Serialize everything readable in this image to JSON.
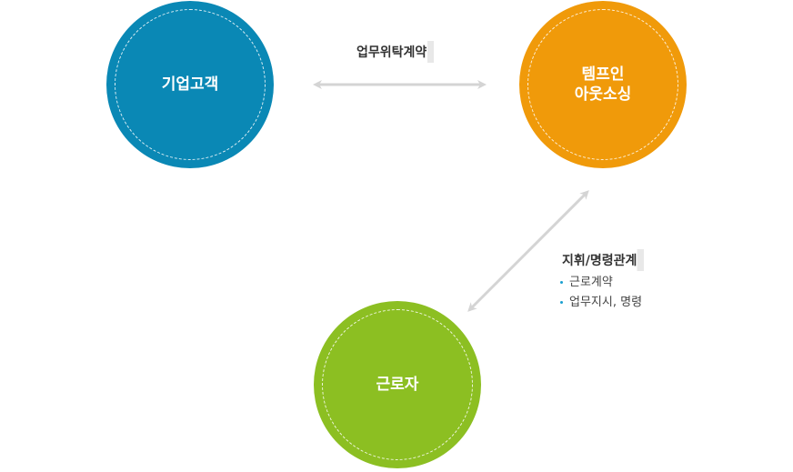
{
  "colors": {
    "client": "#0a88b5",
    "temp": "#f09a0a",
    "worker": "#8cbf22",
    "arrow": "#d4d4d4",
    "bullet": "#1a9fd0"
  },
  "nodes": {
    "client": {
      "label": "기업고객"
    },
    "temp": {
      "label": "템프인\n아웃소싱"
    },
    "worker": {
      "label": "근로자"
    }
  },
  "relations": {
    "contract": {
      "label": "업무위탁계약"
    },
    "command": {
      "label": "지휘/명령관계",
      "items": [
        "근로계약",
        "업무지시, 명령"
      ]
    }
  }
}
